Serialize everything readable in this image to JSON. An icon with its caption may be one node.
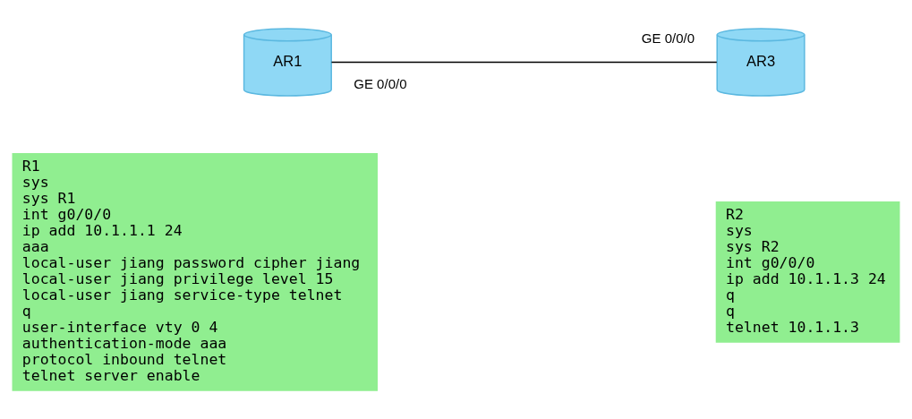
{
  "diagram": {
    "nodes": [
      {
        "text": [
          "AR1"
        ]
      },
      {
        "text": [
          "AR3"
        ]
      },
      {
        "text": [
          "R1",
          "sys",
          "sys R1",
          "int g0/0/0",
          "ip add 10.1.1.1 24",
          "aaa",
          "local-user jiang password cipher jiang",
          "local-user jiang privilege level 15",
          "local-user jiang service-type telnet",
          "q",
          "user-interface vty 0 4",
          "authentication-mode aaa",
          "protocol inbound telnet",
          "telnet server enable"
        ]
      },
      {
        "text": [
          "R2",
          "sys",
          "sys R2",
          "int g0/0/0",
          "ip add 10.1.1.3 24",
          "q",
          "q",
          "telnet 10.1.1.3"
        ]
      }
    ],
    "edges": [
      {
        "from": 0,
        "to": 1,
        "arrow": "none"
      }
    ],
    "labels": [
      "GE 0/0/0",
      "GE 0/0/0"
    ]
  }
}
